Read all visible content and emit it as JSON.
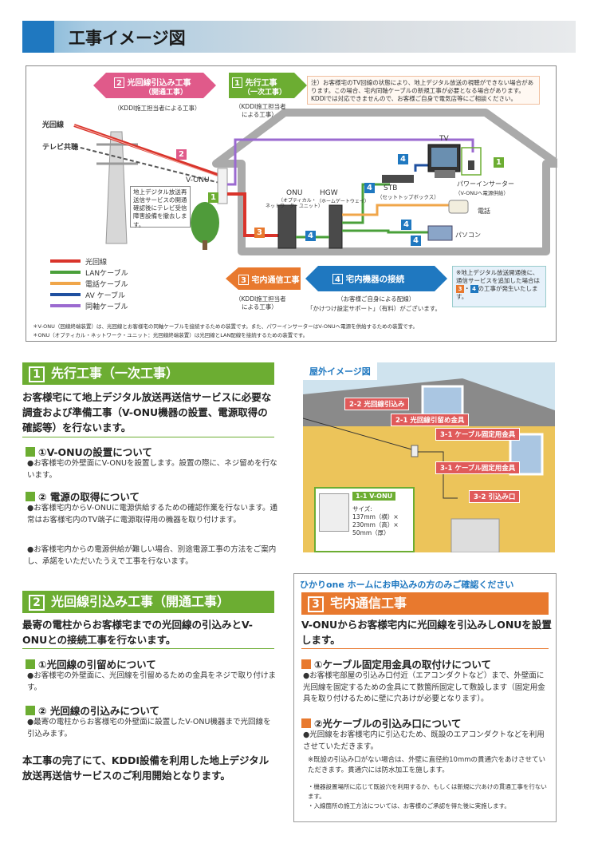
{
  "header": {
    "title": "工事イメージ図"
  },
  "diagram": {
    "arrow2_l1": "光回線引込み工事",
    "arrow2_l2": "（開通工事）",
    "arrow2_num": "2",
    "arrow2_by": "（KDDI施工担当者による工事）",
    "arrow1_l1": "先行工事",
    "arrow1_l2": "（一次工事）",
    "arrow1_num": "1",
    "arrow1_by1": "（KDDI施工担当者",
    "arrow1_by2": "による工事）",
    "note": "注）お客様宅のTV回線の状態により、地上デジタル放送の視聴ができない場合があります。この場合、宅内同軸ケーブルの新規工事が必要となる場合があります。KDDIでは対応できませんので、お客様ご自身で電気店等にご相談ください。",
    "hikari": "光回線",
    "tv_kyocho": "テレビ共聴",
    "vonu": "V-ONU",
    "callout": "地上デジタル放送再送信サービスの開通確認後にテレビ受信障害設備を撤去します。",
    "onu": "ONU",
    "onu_sub1": "（オプティカル・",
    "onu_sub2": "ネットワーク・ユニット）",
    "hgw": "HGW",
    "hgw_sub": "（ホームゲートウェイ）",
    "stb": "STB",
    "stb_sub": "（セットトップボックス）",
    "tv": "TV",
    "pi": "パワーインサーター",
    "pi_sub": "（V-ONUへ電源供給）",
    "phone": "電話",
    "pc": "パソコン",
    "legend": [
      "光回線",
      "LANケーブル",
      "電話ケーブル",
      "AV ケーブル",
      "同軸ケーブル"
    ],
    "arrow3_num": "3",
    "arrow3": "宅内通信工事",
    "arrow3_by1": "（KDDI施工担当者",
    "arrow3_by2": "による工事）",
    "arrow4_num": "4",
    "arrow4": "宅内機器の接続",
    "arrow4_by1": "（お客様ご自身による配線）",
    "arrow4_by2": "「かけつけ設定サポート」（有料）がございます。",
    "side_note_pre": "※地上デジタル放送開通後に、通信サービスを追加した場合は",
    "side_note_n3": "3",
    "side_note_mid": "・",
    "side_note_n4": "4",
    "side_note_post": "の工事が発生いたします。",
    "foot1": "＊V-ONU（回線終端装置）は、光回線とお客様宅の同軸ケーブルを接続するための装置です。また、パワーインサーターはV-ONUへ電源を供給するための装置です。",
    "foot2": "＊ONU（オプティカル・ネットワーク・ユニット：光回線終端装置）は光回線とLAN配線を接続するための装置です。"
  },
  "s1": {
    "num": "1",
    "title": "先行工事（一次工事）",
    "lead": "お客様宅にて地上デジタル放送再送信サービスに必要な調査および準備工事（V-ONU機器の設置、電源取得の確認等）を行ないます。",
    "sub1": "①V-ONUの設置について",
    "sub1_text": "●お客様宅の外壁面にV-ONUを設置します。設置の際に、ネジ留めを行ないます。",
    "sub2": "② 電源の取得について",
    "sub2_t1": "●お客様宅内からV-ONUに電源供給するための確認作業を行ないます。通常はお客様宅内のTV端子に電源取得用の機器を取り付けます。",
    "sub2_t2": "●お客様宅内からの電源供給が難しい場合、別途電源工事の方法をご案内し、承諾をいただいたうえで工事を行ないます。"
  },
  "outdoor": {
    "title": "屋外イメージ図",
    "tag_22": "2-2 光回線引込み",
    "tag_21": "2-1 光回線引留め金具",
    "tag_31a": "3-1 ケーブル固定用金具",
    "tag_31b": "3-1 ケーブル固定用金具",
    "tag_32": "3-2 引込み口",
    "vonu_tag": "1-1 V-ONU",
    "size1": "サイズ:",
    "size2": "137mm（横）×",
    "size3": "230mm（高）×",
    "size4": "50mm（厚）"
  },
  "s2": {
    "num": "2",
    "title": "光回線引込み工事（開通工事）",
    "lead": "最寄の電柱からお客様宅までの光回線の引込みとV-ONUとの接続工事を行ないます。",
    "sub1": "①光回線の引留めについて",
    "sub1_text": "●お客様宅の外壁面に、光回線を引留めるための金具をネジで取り付けます。",
    "sub2": "② 光回線の引込みについて",
    "sub2_text": "●最寄の電柱からお客様宅の外壁面に設置したV-ONU機器まで光回線を引込みます。",
    "closing": "本工事の完了にて、KDDI設備を利用した地上デジタル放送再送信サービスのご利用開始となります。"
  },
  "s3": {
    "banner": "ひかりone ホームにお申込みの方のみご確認ください",
    "num": "3",
    "title": "宅内通信工事",
    "lead": "V-ONUからお客様宅内に光回線を引込みしONUを設置します。",
    "sub1": "①ケーブル固定用金具の取付けについて",
    "sub1_text": "●お客様宅部屋の引込み口付近（エアコンダクトなど）まで、外壁面に光回線を固定するための金具にて数箇所固定して敷設します（固定用金具を取り付けるために壁に穴あけが必要となります）。",
    "sub2": "②光ケーブルの引込み口について",
    "sub2_t1": "●光回線をお客様宅内に引込むため、既設のエアコンダクトなどを利用させていただきます。",
    "sub2_t2": "※既設の引込み口がない場合は、外壁に直径約10mmの貫通穴をあけさせていただきます。貫通穴には防水加工を施します。",
    "sub2_t3": "・機器設置場所に応じて既設穴を利用するか、もしくは新規に穴あけの貫通工事を行ないます。",
    "sub2_t4": "・入線箇所の施工方法については、お客様のご承認を得た後に実施します。"
  },
  "colors": {
    "green": "#6cad32",
    "orange": "#e8792e",
    "blue": "#1f78c0",
    "red": "#d9342b",
    "pink": "#e05a5a"
  }
}
